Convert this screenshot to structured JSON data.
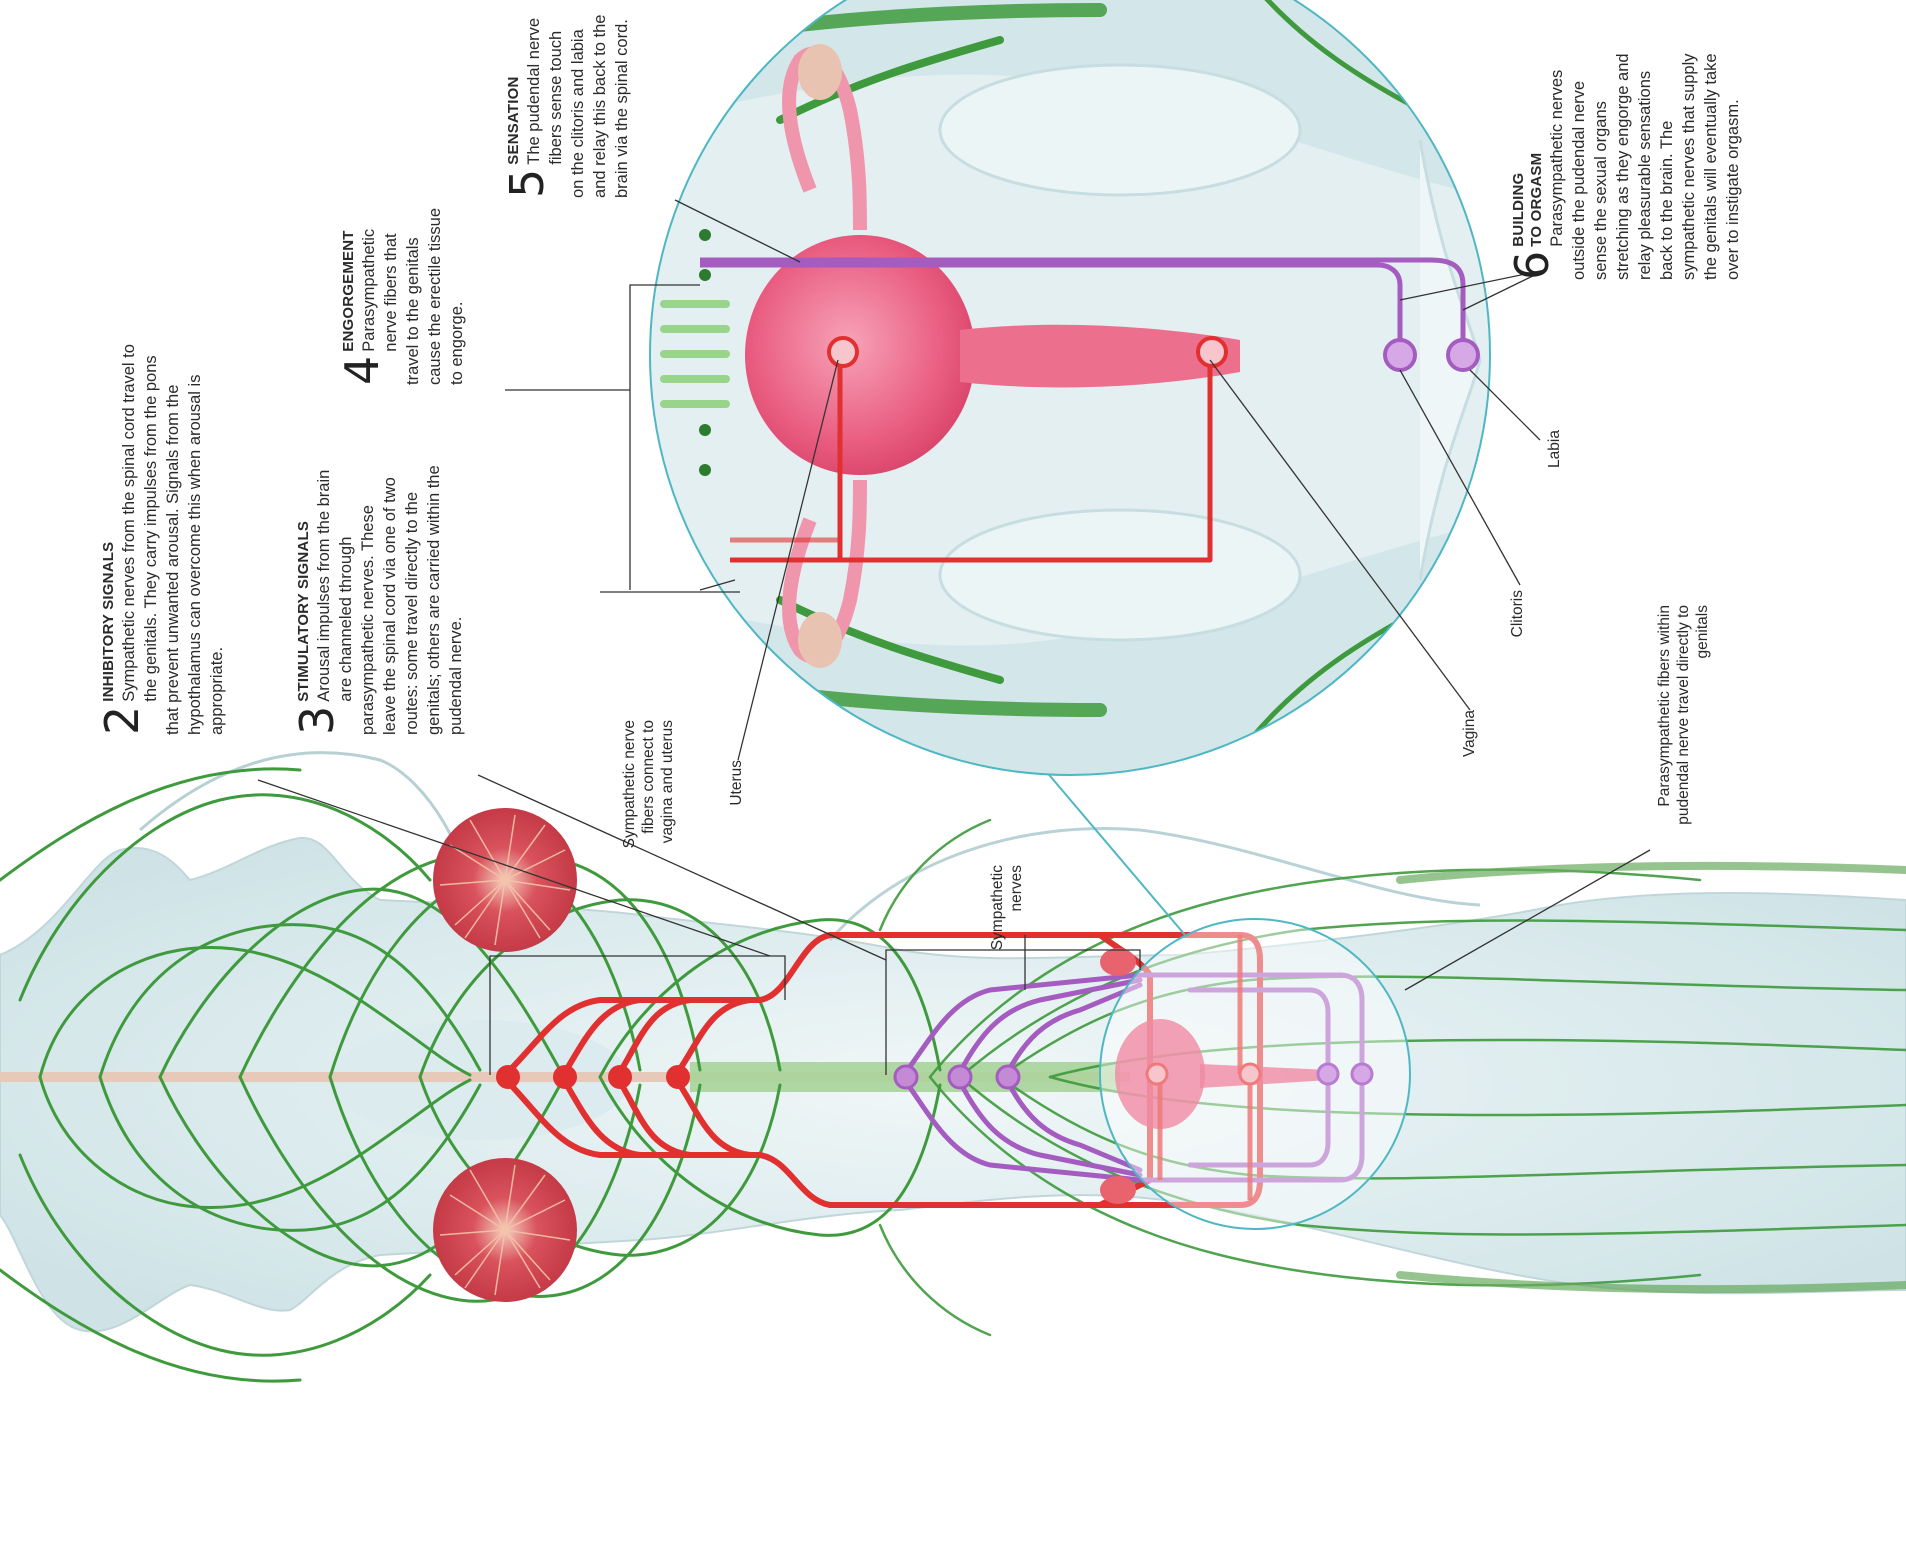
{
  "steps": [
    {
      "number": "2",
      "title": "INHIBITORY SIGNALS",
      "text": "Sympathetic nerves from the spinal cord travel to the genitals. They carry impulses from the pons that prevent unwanted arousal. Signals from the hypothalamus can overcome this when arousal is appropriate."
    },
    {
      "number": "3",
      "title": "STIMULATORY SIGNALS",
      "text": "Arousal impulses from the brain are channeled through parasympathetic nerves. These leave the spinal cord via one of two routes: some travel directly to the genitals; others are carried within the pudendal nerve."
    },
    {
      "number": "4",
      "title": "ENGORGEMENT",
      "text": "Parasympathetic nerve fibers that travel to the genitals cause the erectile tissue to engorge."
    },
    {
      "number": "5",
      "title": "SENSATION",
      "text": "The pudendal nerve fibers sense touch on the clitoris and labia and relay this back to the brain via the spinal cord."
    },
    {
      "number": "6",
      "title_line1": "BUILDING",
      "title_line2": "TO ORGASM",
      "text": "Parasympathetic nerves outside the pudendal nerve sense the sexual organs stretching as they engorge and relay pleasurable sensations back to the brain. The sympathetic nerves that supply the genitals will eventually take over to instigate orgasm."
    }
  ],
  "labels": {
    "sympathetic_fibers": "Sympathetic nerve fibers connect to vagina and uterus",
    "uterus": "Uterus",
    "vagina": "Vagina",
    "clitoris": "Clitoris",
    "labia": "Labia",
    "sympathetic_nerves": "Sympathetic nerves",
    "parasympathetic_fibers": "Parasympathetic fibers within pudendal nerve travel directly to genitals"
  },
  "colors": {
    "sympathetic": "#e03030",
    "parasympathetic": "#a45cc0",
    "nerve_green": "#3e9a3c",
    "body_tint": "#cfe3e6",
    "organ_pink": "#ea5a7e",
    "magnifier_ring": "#4fb7c3"
  }
}
